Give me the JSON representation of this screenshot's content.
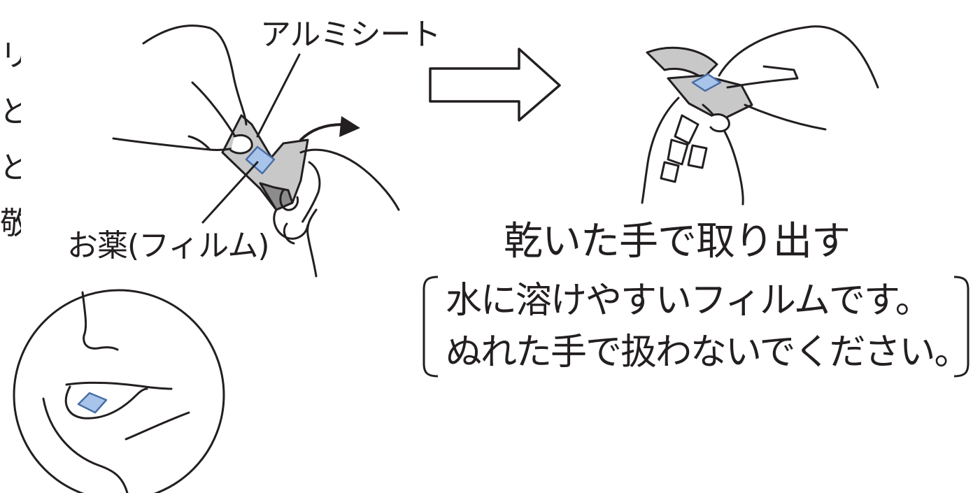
{
  "labels": {
    "aluminum_sheet": "アルミシート",
    "medicine_film": "お薬(フィルム)"
  },
  "caption": {
    "main": "乾いた手で取り出す",
    "note_line1": "水に溶けやすいフィルムです。",
    "note_line2": "ぬれた手で扱わないでください。"
  },
  "edge_text": [
    "リ",
    "ど",
    "ど",
    "敬"
  ],
  "colors": {
    "line": "#231f20",
    "sheet_gray": "#c8c8c8",
    "sheet_dark": "#8c8c8c",
    "film_blue": "#a9c4ea",
    "film_border": "#4a6fa5"
  },
  "icons": {
    "arrow": "right-arrow-icon",
    "flip_arrow": "curved-arrow-icon"
  }
}
